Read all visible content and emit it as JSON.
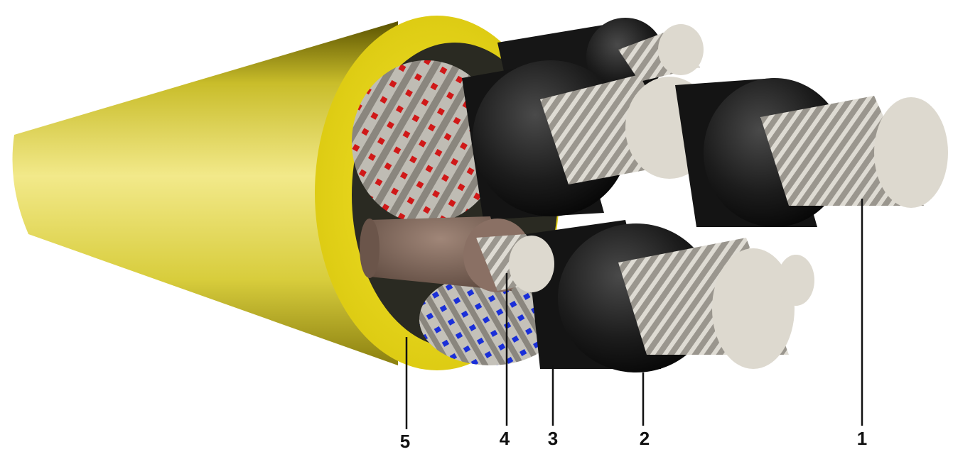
{
  "diagram": {
    "subject": "cable-cross-section",
    "callouts": [
      {
        "id": "1",
        "label": "1"
      },
      {
        "id": "2",
        "label": "2"
      },
      {
        "id": "3",
        "label": "3"
      },
      {
        "id": "4",
        "label": "4"
      },
      {
        "id": "5",
        "label": "5"
      }
    ],
    "colors": {
      "outer_sheath": "#e8d928",
      "insulation": "#1a1a1a",
      "conductor": "#c9c7c0",
      "pilot_core": "#7a6458",
      "screen_red": "#d01818",
      "screen_blue": "#1a2fd8"
    },
    "icons": [
      "cable-icon"
    ]
  }
}
